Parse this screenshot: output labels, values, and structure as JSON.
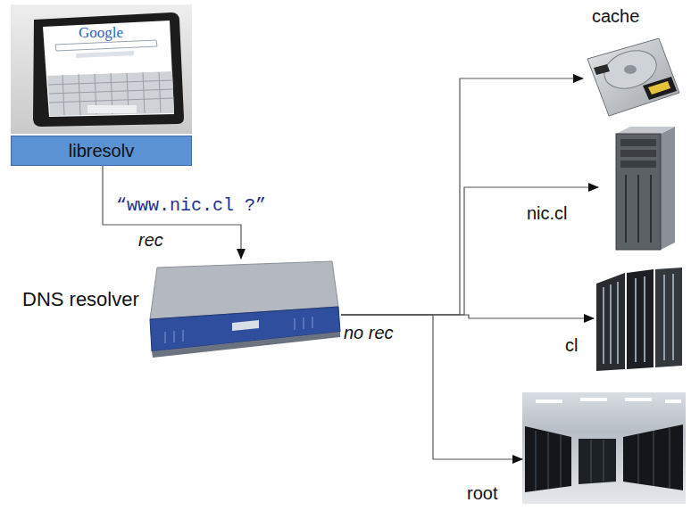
{
  "diagram": {
    "nodes": [
      {
        "text": [
          "libresolv"
        ]
      },
      {
        "text": [
          "DNS resolver"
        ]
      },
      {
        "text": [
          "cache"
        ]
      },
      {
        "text": [
          "nic.cl"
        ]
      },
      {
        "text": [
          "cl"
        ]
      },
      {
        "text": [
          "root"
        ]
      }
    ],
    "edges": [
      {
        "from": 0,
        "to": 1,
        "arrow": "to",
        "label": "rec"
      },
      {
        "from": 1,
        "to": 2,
        "arrow": "to"
      },
      {
        "from": 1,
        "to": 3,
        "arrow": "to"
      },
      {
        "from": 1,
        "to": 4,
        "arrow": "to"
      },
      {
        "from": 1,
        "to": 5,
        "arrow": "to"
      }
    ],
    "labels": [
      "Google",
      "“www.nic.cl ?”",
      "no rec"
    ]
  }
}
